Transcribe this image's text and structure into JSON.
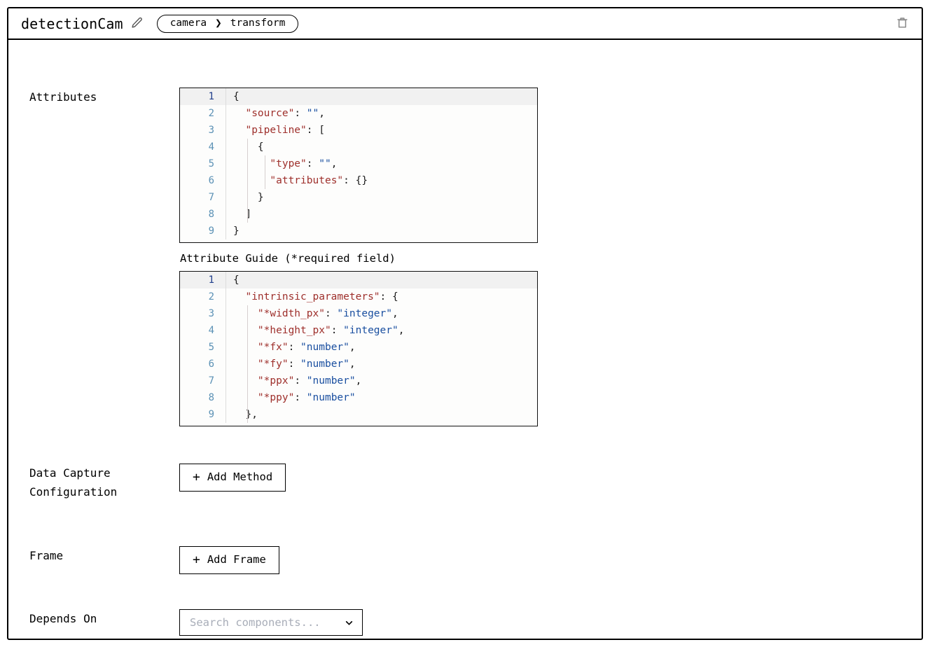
{
  "header": {
    "title": "detectionCam",
    "edit_icon": "pencil-icon",
    "delete_icon": "trash-icon",
    "breadcrumb": {
      "items": [
        "camera",
        "transform"
      ],
      "separator": "❯"
    }
  },
  "sections": {
    "attributes": {
      "label": "Attributes",
      "guide_label": "Attribute Guide (*required field)"
    },
    "data_capture": {
      "label": "Data Capture\nConfiguration"
    },
    "frame": {
      "label": "Frame"
    },
    "depends_on": {
      "label": "Depends On"
    }
  },
  "attributes_editor": {
    "name": "attributes-json-editor",
    "active_line": 1,
    "lines": [
      {
        "n": "1",
        "tokens": [
          {
            "t": "punc",
            "v": "{"
          }
        ]
      },
      {
        "n": "2",
        "tokens": [
          {
            "t": "punc",
            "v": "  "
          },
          {
            "t": "key",
            "v": "\"source\""
          },
          {
            "t": "punc",
            "v": ": "
          },
          {
            "t": "str",
            "v": "\"\""
          },
          {
            "t": "punc",
            "v": ","
          }
        ]
      },
      {
        "n": "3",
        "tokens": [
          {
            "t": "punc",
            "v": "  "
          },
          {
            "t": "key",
            "v": "\"pipeline\""
          },
          {
            "t": "punc",
            "v": ": ["
          }
        ]
      },
      {
        "n": "4",
        "tokens": [
          {
            "t": "punc",
            "v": "    {"
          }
        ]
      },
      {
        "n": "5",
        "tokens": [
          {
            "t": "punc",
            "v": "      "
          },
          {
            "t": "key",
            "v": "\"type\""
          },
          {
            "t": "punc",
            "v": ": "
          },
          {
            "t": "str",
            "v": "\"\""
          },
          {
            "t": "punc",
            "v": ","
          }
        ]
      },
      {
        "n": "6",
        "tokens": [
          {
            "t": "punc",
            "v": "      "
          },
          {
            "t": "key",
            "v": "\"attributes\""
          },
          {
            "t": "punc",
            "v": ": {}"
          }
        ]
      },
      {
        "n": "7",
        "tokens": [
          {
            "t": "punc",
            "v": "    }"
          }
        ]
      },
      {
        "n": "8",
        "tokens": [
          {
            "t": "punc",
            "v": "  ]"
          }
        ]
      },
      {
        "n": "9",
        "tokens": [
          {
            "t": "punc",
            "v": "}"
          }
        ]
      }
    ]
  },
  "guide_editor": {
    "name": "attribute-guide-editor",
    "active_line": 1,
    "lines": [
      {
        "n": "1",
        "tokens": [
          {
            "t": "punc",
            "v": "{"
          }
        ]
      },
      {
        "n": "2",
        "tokens": [
          {
            "t": "punc",
            "v": "  "
          },
          {
            "t": "key",
            "v": "\"intrinsic_parameters\""
          },
          {
            "t": "punc",
            "v": ": {"
          }
        ]
      },
      {
        "n": "3",
        "tokens": [
          {
            "t": "punc",
            "v": "    "
          },
          {
            "t": "key",
            "v": "\"*width_px\""
          },
          {
            "t": "punc",
            "v": ": "
          },
          {
            "t": "str",
            "v": "\"integer\""
          },
          {
            "t": "punc",
            "v": ","
          }
        ]
      },
      {
        "n": "4",
        "tokens": [
          {
            "t": "punc",
            "v": "    "
          },
          {
            "t": "key",
            "v": "\"*height_px\""
          },
          {
            "t": "punc",
            "v": ": "
          },
          {
            "t": "str",
            "v": "\"integer\""
          },
          {
            "t": "punc",
            "v": ","
          }
        ]
      },
      {
        "n": "5",
        "tokens": [
          {
            "t": "punc",
            "v": "    "
          },
          {
            "t": "key",
            "v": "\"*fx\""
          },
          {
            "t": "punc",
            "v": ": "
          },
          {
            "t": "str",
            "v": "\"number\""
          },
          {
            "t": "punc",
            "v": ","
          }
        ]
      },
      {
        "n": "6",
        "tokens": [
          {
            "t": "punc",
            "v": "    "
          },
          {
            "t": "key",
            "v": "\"*fy\""
          },
          {
            "t": "punc",
            "v": ": "
          },
          {
            "t": "str",
            "v": "\"number\""
          },
          {
            "t": "punc",
            "v": ","
          }
        ]
      },
      {
        "n": "7",
        "tokens": [
          {
            "t": "punc",
            "v": "    "
          },
          {
            "t": "key",
            "v": "\"*ppx\""
          },
          {
            "t": "punc",
            "v": ": "
          },
          {
            "t": "str",
            "v": "\"number\""
          },
          {
            "t": "punc",
            "v": ","
          }
        ]
      },
      {
        "n": "8",
        "tokens": [
          {
            "t": "punc",
            "v": "    "
          },
          {
            "t": "key",
            "v": "\"*ppy\""
          },
          {
            "t": "punc",
            "v": ": "
          },
          {
            "t": "str",
            "v": "\"number\""
          }
        ]
      },
      {
        "n": "9",
        "tokens": [
          {
            "t": "punc",
            "v": "  },"
          }
        ]
      }
    ]
  },
  "buttons": {
    "add_method": {
      "label": "Add Method",
      "plus": "+"
    },
    "add_frame": {
      "label": "Add Frame",
      "plus": "+"
    }
  },
  "depends_on_select": {
    "placeholder": "Search components...",
    "value": "",
    "chevron_icon": "chevron-down-icon"
  },
  "colors": {
    "key": "#9e2f2b",
    "string": "#1a4fa0",
    "line_number": "#5b91b5",
    "active_line_number": "#22408c",
    "border": "#000000",
    "placeholder": "#a8adb8",
    "trash": "#8d8d8d"
  }
}
